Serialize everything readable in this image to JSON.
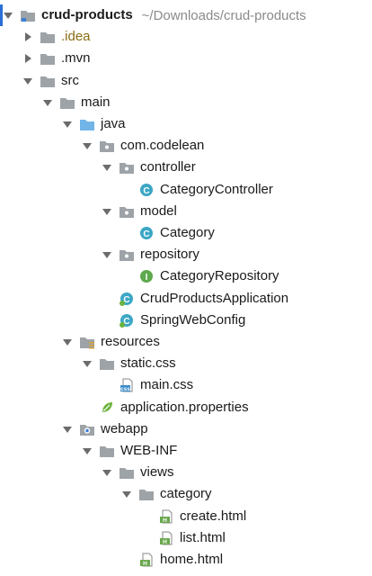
{
  "project": {
    "name": "crud-products",
    "path": "~/Downloads/crud-products"
  },
  "colors": {
    "folder_gray": "#9ea3a8",
    "folder_blue": "#71b4e8",
    "class_teal": "#3ba7c4",
    "interface_green": "#5ea94c",
    "html_green": "#6aa84f",
    "css_blue": "#3b8bc9",
    "spring_green": "#6db33f",
    "excluded_text": "#8a6d15",
    "path_gray": "#8a8a8a"
  },
  "tree": [
    {
      "label": "crud-products",
      "depth": 0,
      "arrow": "down",
      "icon": "module-folder-icon",
      "bold": true,
      "path": "~/Downloads/crud-products"
    },
    {
      "label": ".idea",
      "depth": 1,
      "arrow": "right",
      "icon": "folder-icon",
      "excluded": true
    },
    {
      "label": ".mvn",
      "depth": 1,
      "arrow": "right",
      "icon": "folder-icon"
    },
    {
      "label": "src",
      "depth": 1,
      "arrow": "down",
      "icon": "folder-icon"
    },
    {
      "label": "main",
      "depth": 2,
      "arrow": "down",
      "icon": "folder-icon"
    },
    {
      "label": "java",
      "depth": 3,
      "arrow": "down",
      "icon": "source-folder-icon"
    },
    {
      "label": "com.codelean",
      "depth": 4,
      "arrow": "down",
      "icon": "package-icon"
    },
    {
      "label": "controller",
      "depth": 5,
      "arrow": "down",
      "icon": "package-icon"
    },
    {
      "label": "CategoryController",
      "depth": 6,
      "arrow": "none",
      "icon": "class-icon"
    },
    {
      "label": "model",
      "depth": 5,
      "arrow": "down",
      "icon": "package-icon"
    },
    {
      "label": "Category",
      "depth": 6,
      "arrow": "none",
      "icon": "class-icon"
    },
    {
      "label": "repository",
      "depth": 5,
      "arrow": "down",
      "icon": "package-icon"
    },
    {
      "label": "CategoryRepository",
      "depth": 6,
      "arrow": "none",
      "icon": "interface-icon"
    },
    {
      "label": "CrudProductsApplication",
      "depth": 5,
      "arrow": "none",
      "icon": "spring-class-icon"
    },
    {
      "label": "SpringWebConfig",
      "depth": 5,
      "arrow": "none",
      "icon": "spring-class-icon"
    },
    {
      "label": "resources",
      "depth": 3,
      "arrow": "down",
      "icon": "resources-folder-icon"
    },
    {
      "label": "static.css",
      "depth": 4,
      "arrow": "down",
      "icon": "folder-icon"
    },
    {
      "label": "main.css",
      "depth": 5,
      "arrow": "none",
      "icon": "css-file-icon"
    },
    {
      "label": "application.properties",
      "depth": 4,
      "arrow": "none",
      "icon": "spring-properties-icon"
    },
    {
      "label": "webapp",
      "depth": 3,
      "arrow": "down",
      "icon": "web-folder-icon"
    },
    {
      "label": "WEB-INF",
      "depth": 4,
      "arrow": "down",
      "icon": "folder-icon"
    },
    {
      "label": "views",
      "depth": 5,
      "arrow": "down",
      "icon": "folder-icon"
    },
    {
      "label": "category",
      "depth": 6,
      "arrow": "down",
      "icon": "folder-icon"
    },
    {
      "label": "create.html",
      "depth": 7,
      "arrow": "none",
      "icon": "html-file-icon"
    },
    {
      "label": "list.html",
      "depth": 7,
      "arrow": "none",
      "icon": "html-file-icon"
    },
    {
      "label": "home.html",
      "depth": 6,
      "arrow": "none",
      "icon": "html-file-icon"
    }
  ]
}
